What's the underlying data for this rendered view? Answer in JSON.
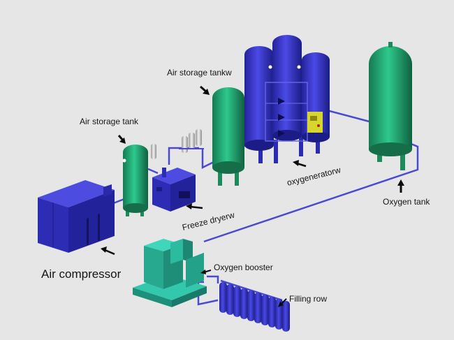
{
  "labels": {
    "air_storage_tank_small": "Air storage tank",
    "air_storage_tank_large": "Air storage tankw",
    "freeze_dryer": "Freeze dryerw",
    "oxygen_generator": "oxygeneratorw",
    "oxygen_tank": "Oxygen tank",
    "air_compressor": "Air compressor",
    "oxygen_booster": "Oxygen booster",
    "filling_row": "Filling row"
  },
  "colors": {
    "background": "#e6e6e6",
    "blue_equipment": "#2f2fb8",
    "green_tanks": "#1f9a6a",
    "teal_booster": "#2ab39b",
    "pipe": "#4a4ad0",
    "control_panel": "#d7d62e"
  },
  "icons": [
    "arrow-icon"
  ]
}
